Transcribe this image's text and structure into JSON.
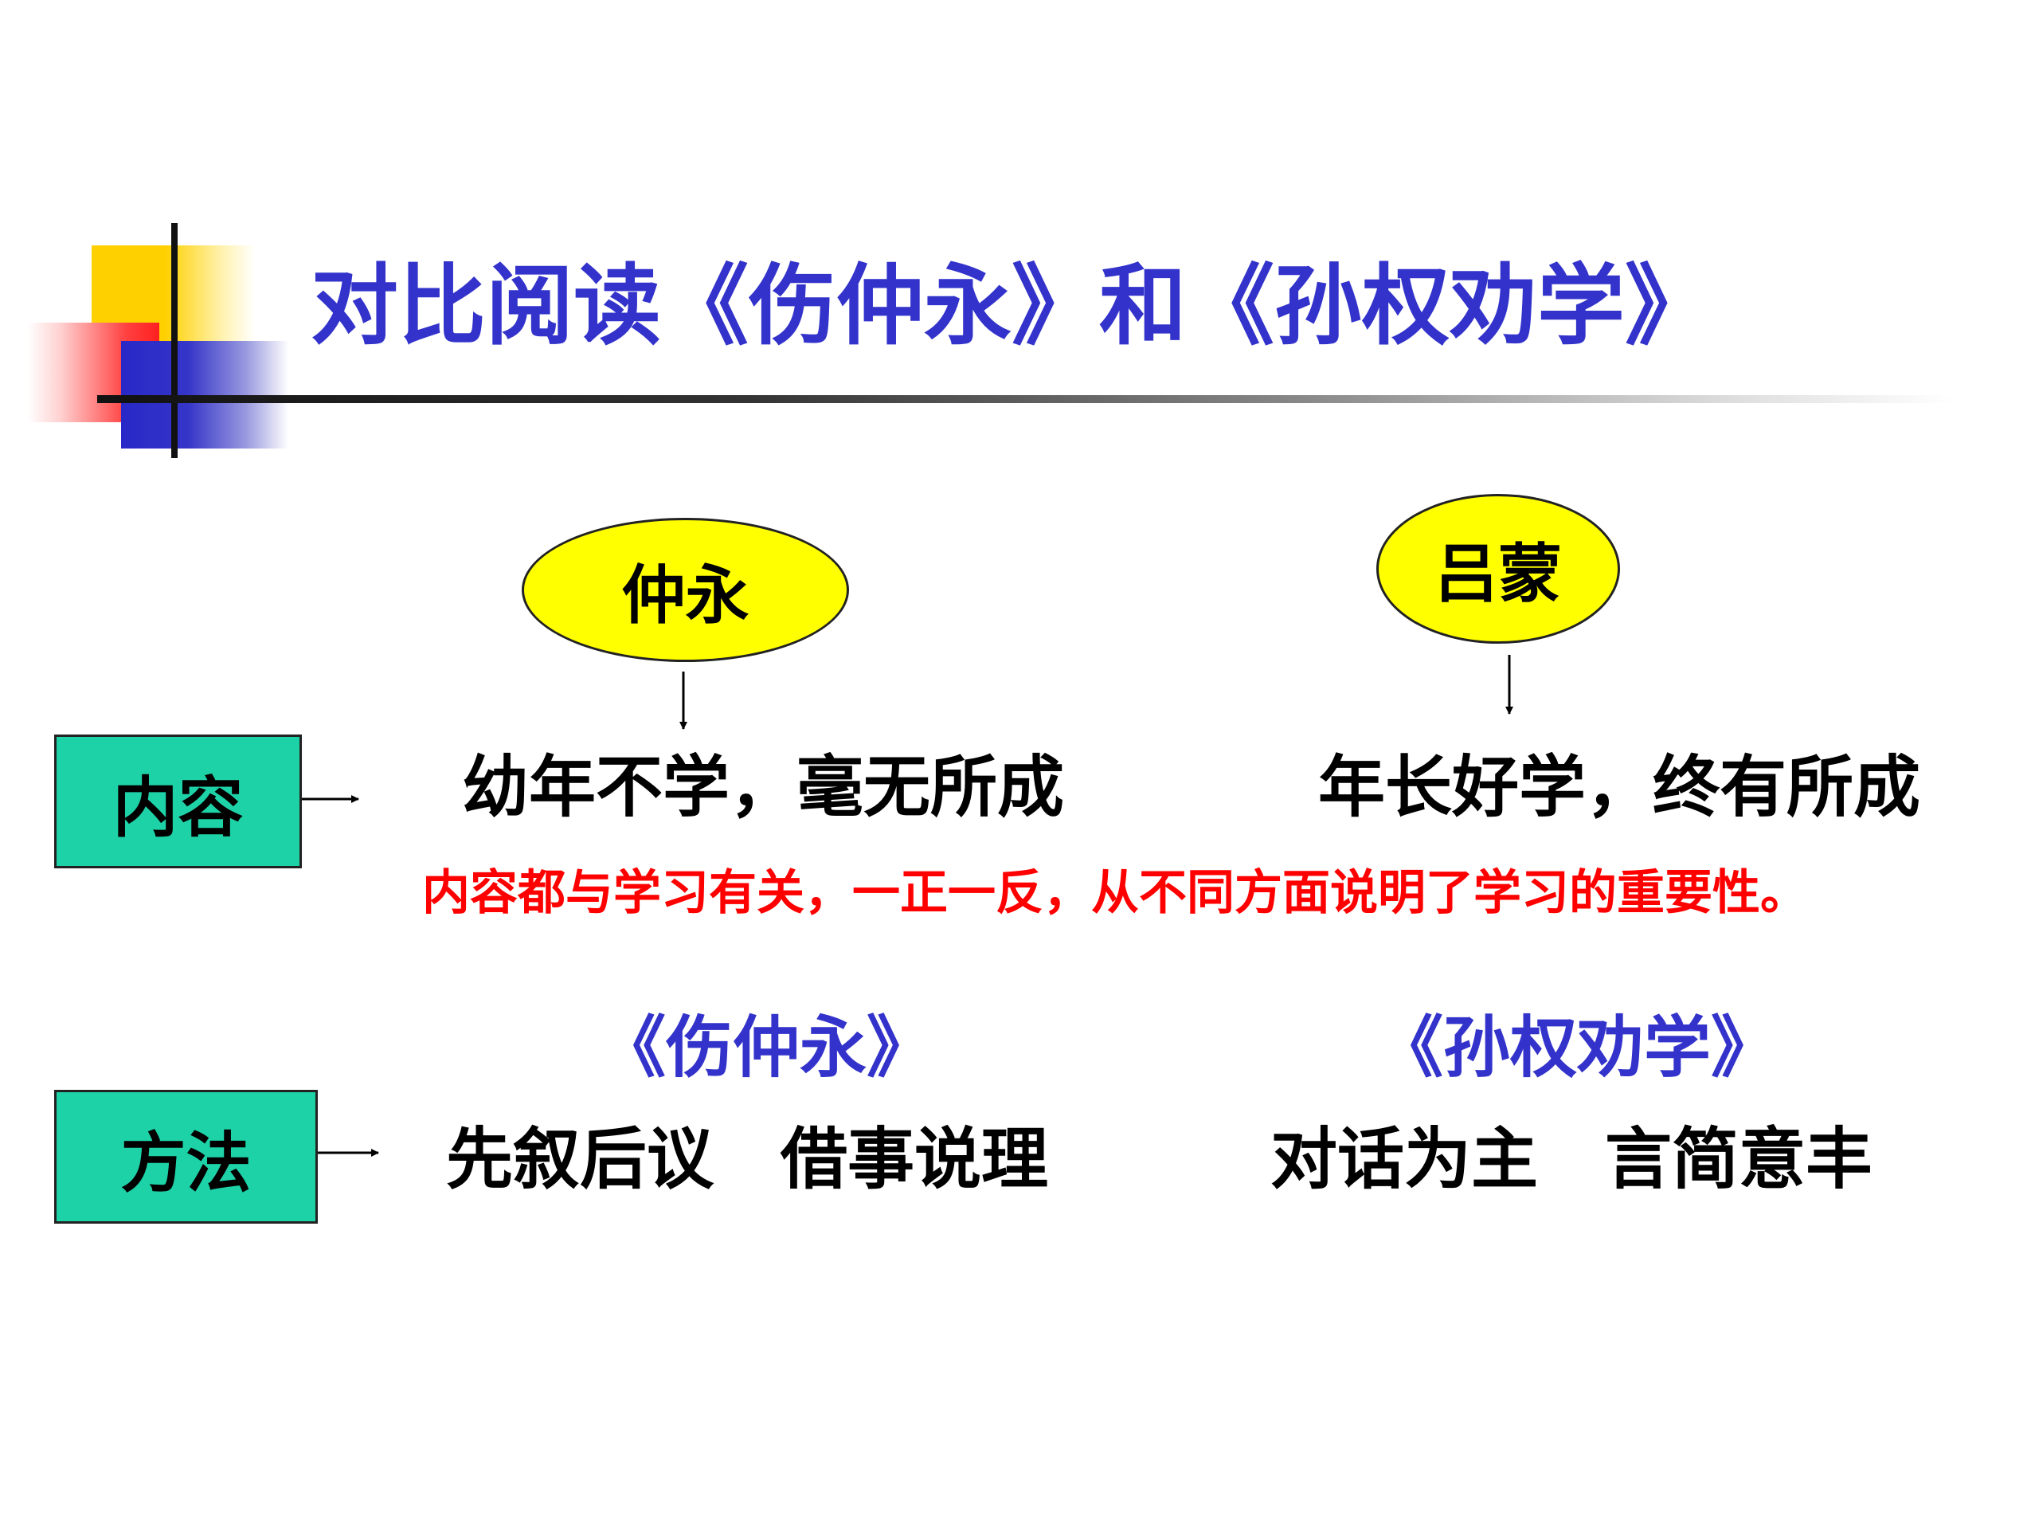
{
  "title": "对比阅读《伤仲永》和《孙权劝学》",
  "characters": {
    "left": "仲永",
    "right": "吕蒙"
  },
  "rows": {
    "content": {
      "label": "内容",
      "left": "幼年不学，毫无所成",
      "right": "年长好学，终有所成",
      "summary": "内容都与学习有关，一正一反，从不同方面说明了学习的重要性。"
    },
    "method": {
      "label": "方法",
      "left_book": "《伤仲永》",
      "right_book": "《孙权劝学》",
      "left": "先叙后议　借事说理",
      "right": "对话为主　言简意丰"
    }
  },
  "colors": {
    "title": "#3333cc",
    "summary": "#ff0000",
    "ellipse_fill": "#ffff00",
    "label_fill": "#1ed2a8"
  }
}
